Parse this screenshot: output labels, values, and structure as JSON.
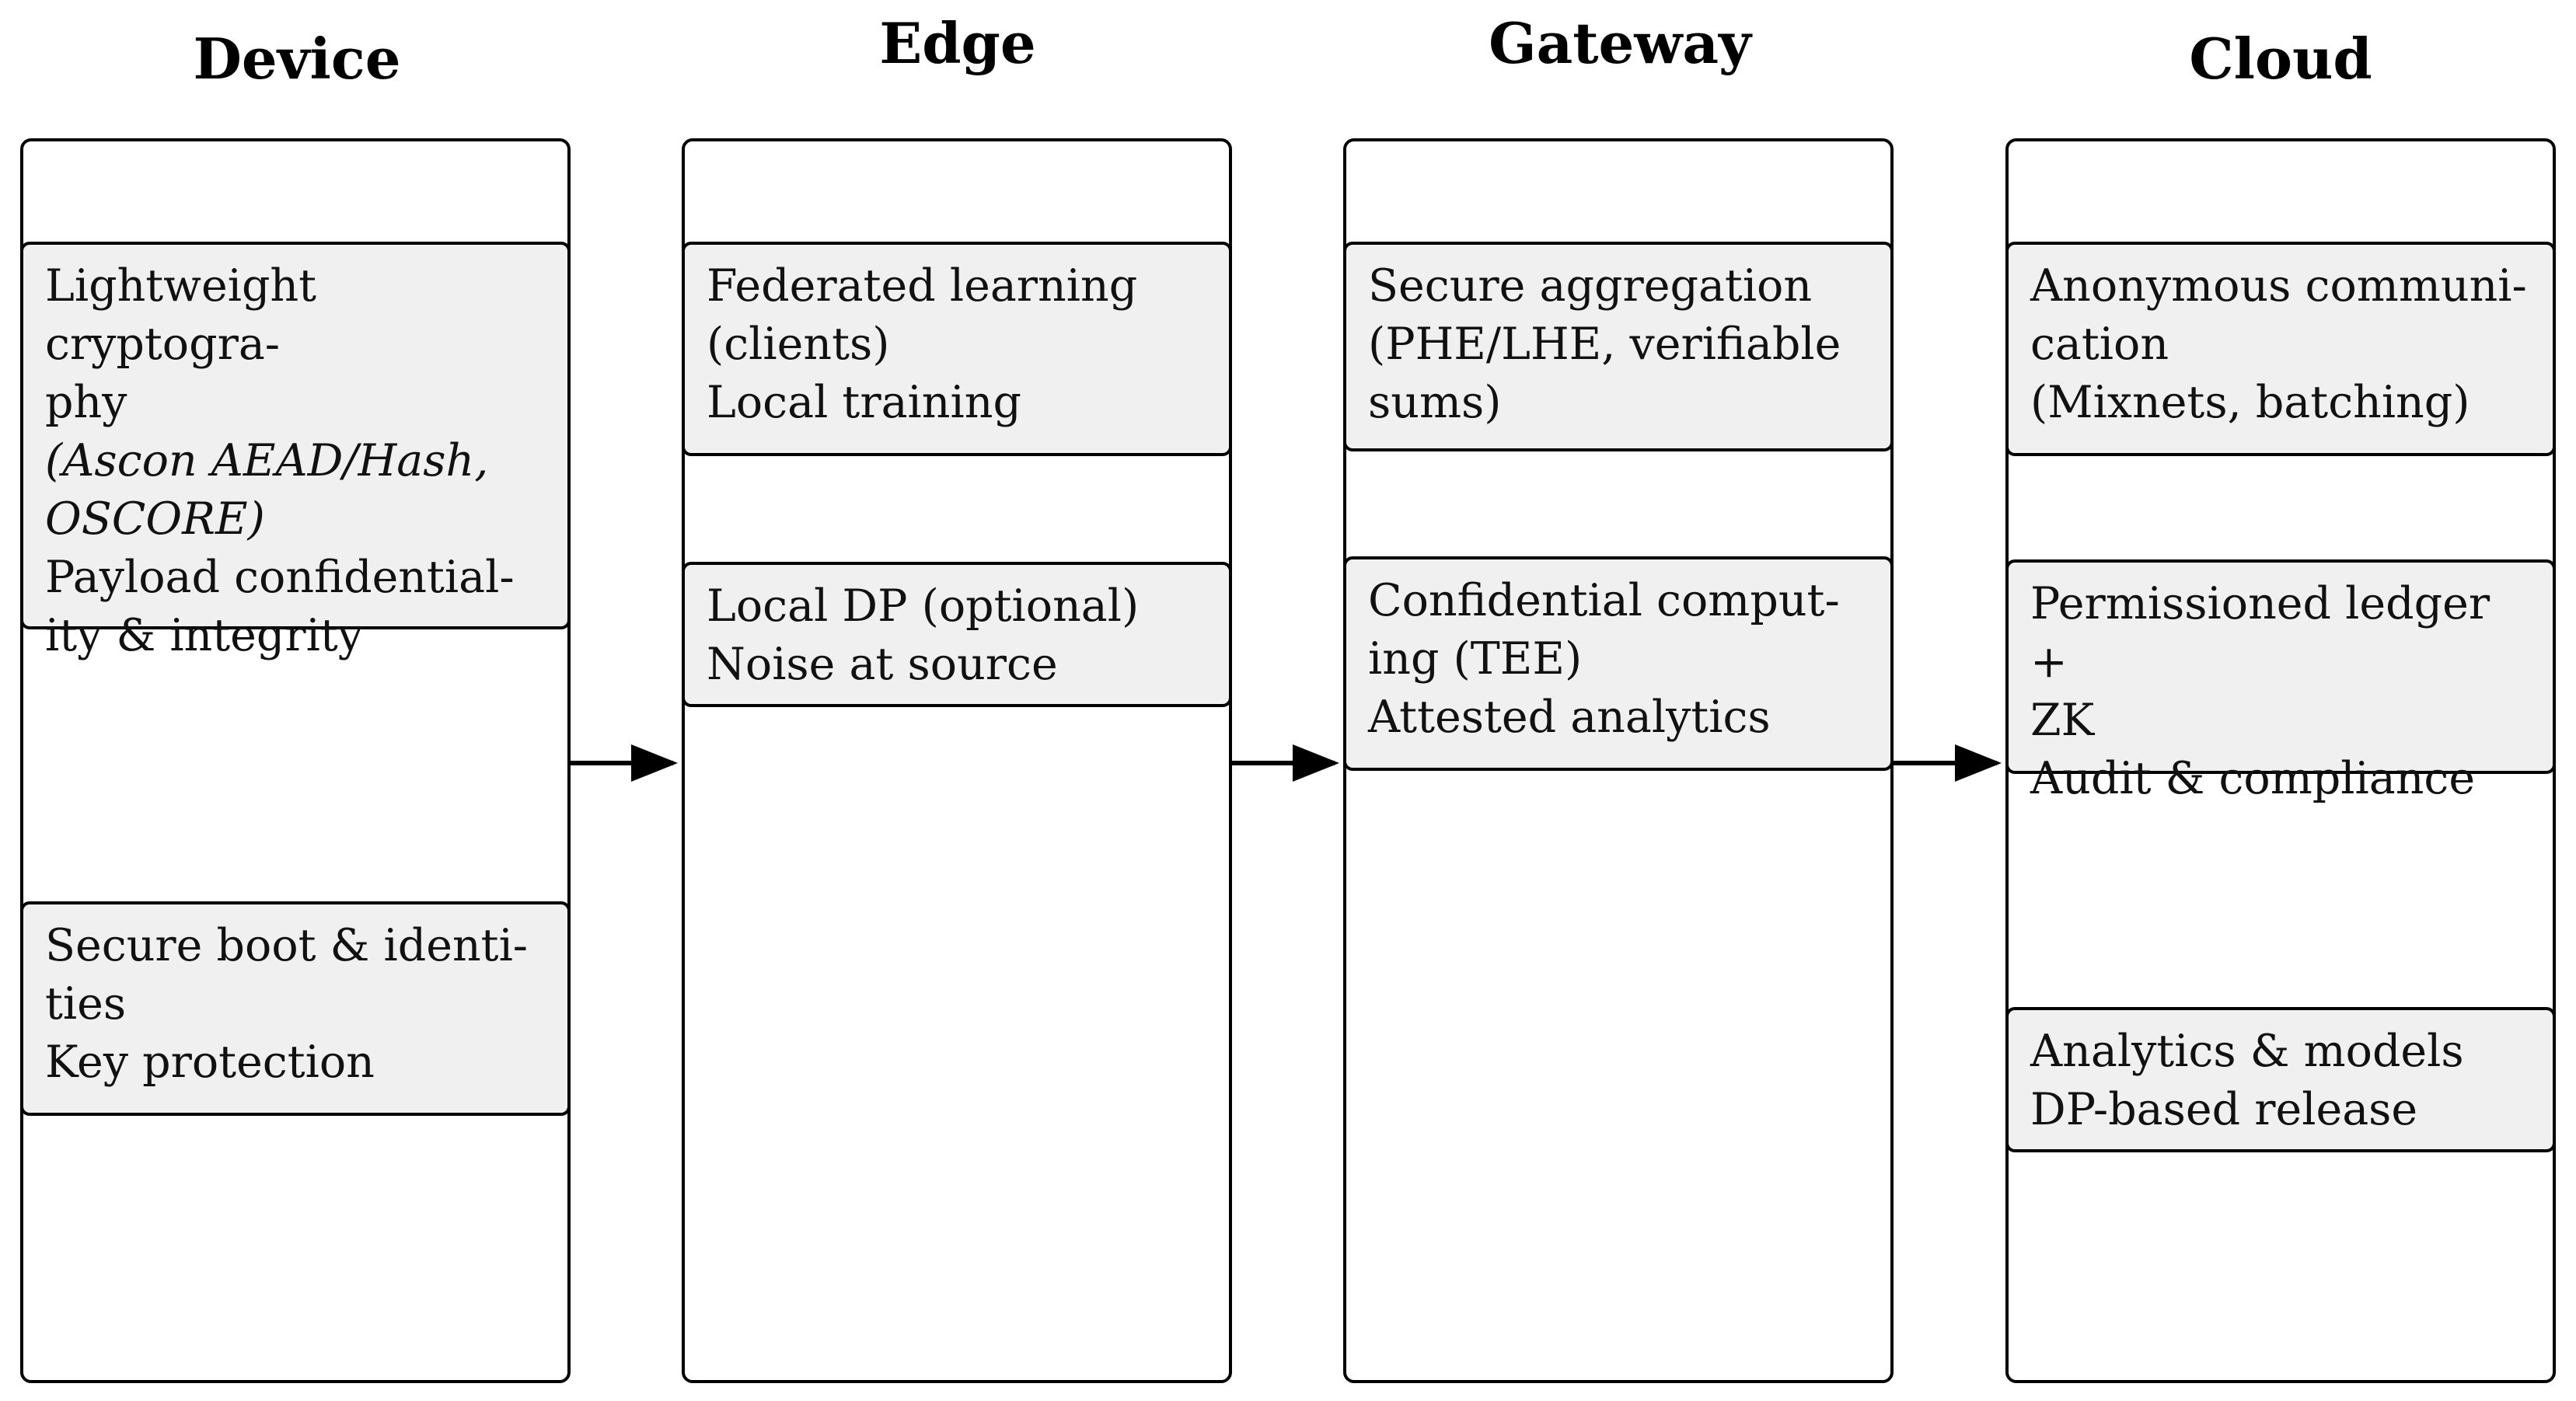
{
  "columns": [
    {
      "title": "Device",
      "cards": [
        {
          "lines": [
            "Lightweight cryptogra-",
            "phy"
          ],
          "italic_lines": [
            "(Ascon AEAD/Hash,",
            "OSCORE)"
          ],
          "after_lines": [
            "Payload confidential-",
            "ity & integrity"
          ]
        },
        {
          "lines": [
            "Secure boot & identi-",
            "ties",
            "Key protection"
          ]
        }
      ]
    },
    {
      "title": "Edge",
      "cards": [
        {
          "lines": [
            "Federated learning",
            "(clients)",
            "Local training"
          ]
        },
        {
          "lines": [
            "Local DP (optional)",
            "Noise at source"
          ]
        }
      ]
    },
    {
      "title": "Gateway",
      "cards": [
        {
          "lines": [
            "Secure aggregation",
            "(PHE/LHE, verifiable",
            "sums)"
          ]
        },
        {
          "lines": [
            "Confidential comput-",
            "ing (TEE)",
            "Attested analytics"
          ]
        }
      ]
    },
    {
      "title": "Cloud",
      "cards": [
        {
          "lines": [
            "Anonymous communi-",
            "cation",
            "(Mixnets, batching)"
          ]
        },
        {
          "lines": [
            "Permissioned ledger +",
            "ZK",
            "Audit & compliance"
          ]
        },
        {
          "lines": [
            "Analytics & models",
            "DP-based release"
          ]
        }
      ]
    }
  ]
}
